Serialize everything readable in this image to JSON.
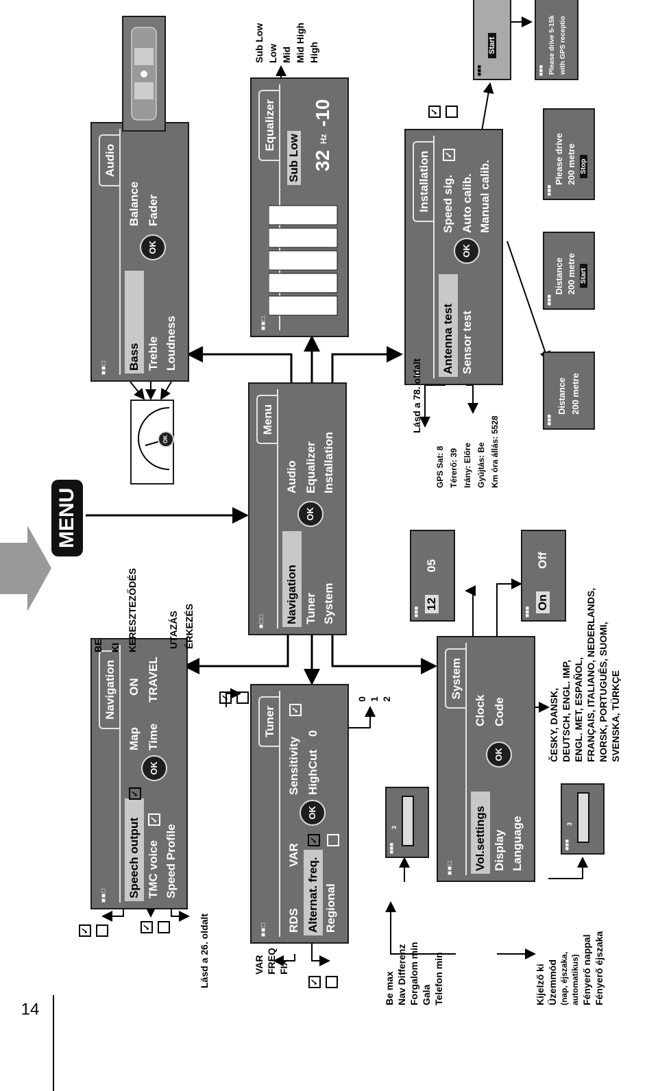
{
  "page_number": "14",
  "menu_button": "MENU",
  "menu_screen": {
    "title": "Menu",
    "items": [
      "Navigation",
      "Tuner",
      "System",
      "Audio",
      "Equalizer",
      "Installation"
    ],
    "ok": "OK"
  },
  "navigation_screen": {
    "title": "Navigation",
    "items": [
      "Speech output",
      "TMC voice",
      "Speed Profile",
      "Map",
      "Time",
      "ON",
      "TRAVEL"
    ],
    "ok": "OK",
    "on_options": [
      "BE",
      "KI",
      "KERESZTEZŐDÉS"
    ],
    "travel_options": [
      "UTAZÁS",
      "ÉRKEZÉS"
    ],
    "speed_profile_note": "Lásd a 26. oldalt"
  },
  "tuner_screen": {
    "title": "Tuner",
    "items": [
      "RDS",
      "Alternat. freq.",
      "Regional",
      "VAR",
      "Sensitivity",
      "HighCut",
      "0"
    ],
    "ok": "OK",
    "rds_options": [
      "VAR",
      "FREQ",
      "FIX"
    ],
    "highcut_options": [
      "0",
      "1",
      "2"
    ]
  },
  "system_screen": {
    "title": "System",
    "items": [
      "Vol.settings",
      "Display",
      "Language",
      "Clock",
      "Code"
    ],
    "ok": "OK",
    "vol_options": [
      "Be max",
      "Nav Differenz",
      "Forgalom min",
      "Gala",
      "Telefon min"
    ],
    "display_options": [
      "Kijelző ki",
      "Üzemmód",
      "(nap, éjszaka,",
      "automatikus)",
      "Fényerő nappal",
      "Fényerő éjszaka"
    ],
    "languages": [
      "ČESKY, DANSK,",
      "DEUTSCH, ENGL. IMP,",
      "ENGL. MET, ESPAÑOL,",
      "FRANÇAIS, ITALIANO, NEDERLANDS,",
      "NORSK, PORTUGUÊS, SUOMI,",
      "SVENSKA, TÜRKÇE"
    ],
    "clock_values": [
      "12",
      "05"
    ],
    "code_values": [
      "On",
      "Off"
    ],
    "bar_value": "3"
  },
  "audio_screen": {
    "title": "Audio",
    "items": [
      "Bass",
      "Treble",
      "Loudness",
      "Balance",
      "Fader"
    ],
    "ok": "OK"
  },
  "equalizer_screen": {
    "title": "Equalizer",
    "band": "Sub Low",
    "freq": "32",
    "unit": "Hz",
    "gain": "-10",
    "bands": [
      "Sub Low",
      "Low",
      "Mid",
      "Mid High",
      "High"
    ]
  },
  "installation_screen": {
    "title": "Installation",
    "items": [
      "Antenna test",
      "Sensor test",
      "Speed sig.",
      "Auto calib.",
      "Manual calib."
    ],
    "ok": "OK",
    "antenna_note": "Lásd a 78. oldalt",
    "sensor_info": [
      "GPS Sat: 8",
      "Térerő: 39",
      "Irány: Előre",
      "Gyújtás: Be",
      "Km óra állás: 5528"
    ],
    "calib_screens": [
      {
        "line1": "Distance",
        "line2": "200 metre",
        "button": ""
      },
      {
        "line1": "Distance",
        "line2": "200 metre",
        "button": "Start"
      },
      {
        "line1": "Please drive",
        "line2": "200 metre",
        "button": "Stop"
      }
    ],
    "auto_start": "Start",
    "gps_note": [
      "Please drive 5-15k",
      "with GPS receptio"
    ]
  },
  "ok_label": "OK"
}
